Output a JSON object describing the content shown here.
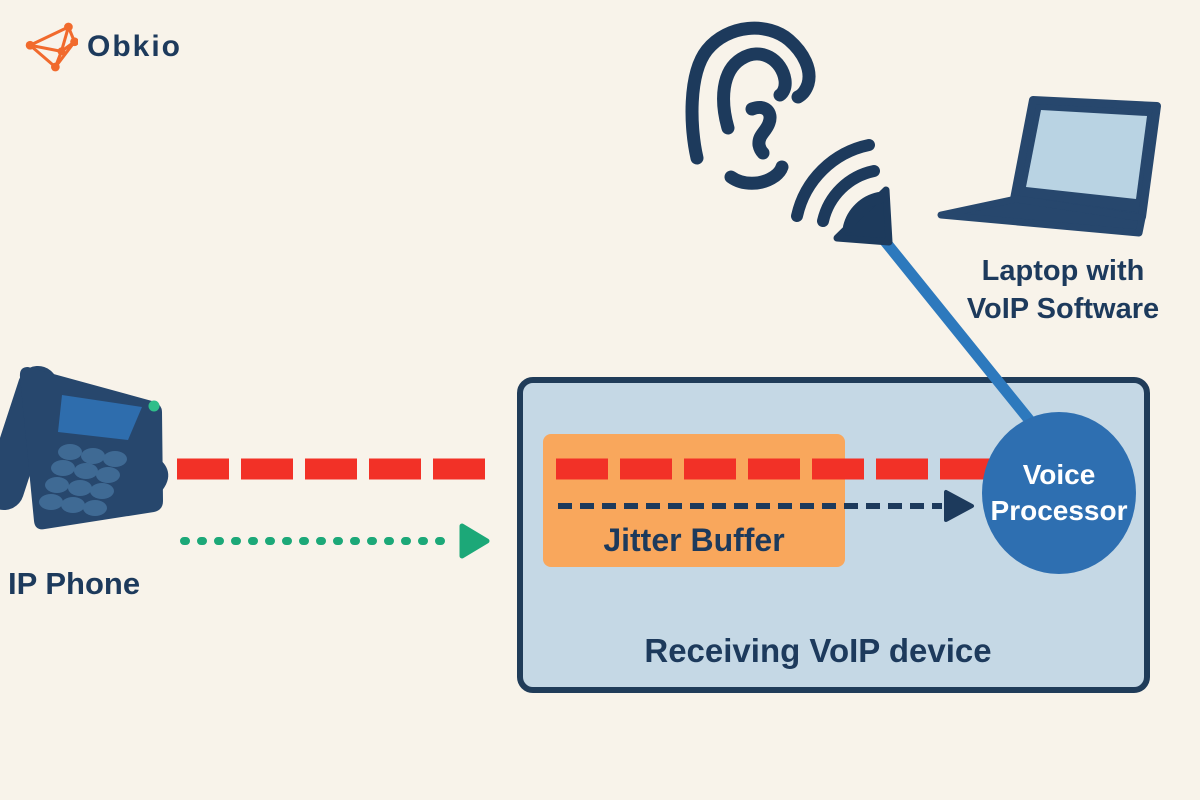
{
  "logo": {
    "text": "Obkio"
  },
  "labels": {
    "ip_phone": "IP Phone",
    "jitter_buffer": "Jitter Buffer",
    "receiving_device": "Receiving VoIP device",
    "voice_processor": "Voice Processor",
    "laptop": "Laptop with VoIP Software"
  },
  "icons": {
    "obkio-logo-icon": "orange network graph glyph",
    "ip-phone-icon": "desk IP telephone illustration",
    "ear-icon": "outlined human ear",
    "sound-waves-icon": "three sound wave arcs",
    "audio-arrowhead-icon": "navy arrowhead toward ear",
    "laptop-icon": "open laptop illustration",
    "voice-packets-dashed-line": "thick red dashed packet stream",
    "steady-stream-dotted-arrow": "green dotted arrow",
    "buffer-output-dashed-arrow": "thin navy dashed arrow",
    "audio-output-line": "solid blue line from voice processor to ear"
  },
  "colors": {
    "cream": "#f8f3ea",
    "navy": "#1d3a5c",
    "box-fill": "#c5d8e5",
    "box-border": "#203c59",
    "orange": "#f9a75c",
    "red": "#f23127",
    "green": "#1ca878",
    "blue-line": "#2d79bd",
    "circle-blue": "#2e6fb1",
    "laptop-screen": "#b9d3e3",
    "phone-body": "#27476d",
    "phone-screen": "#2e6dad",
    "phone-key": "#3f6a94",
    "led-green": "#2fbe8a",
    "brand-orange": "#f16a2d",
    "white": "#ffffff"
  }
}
